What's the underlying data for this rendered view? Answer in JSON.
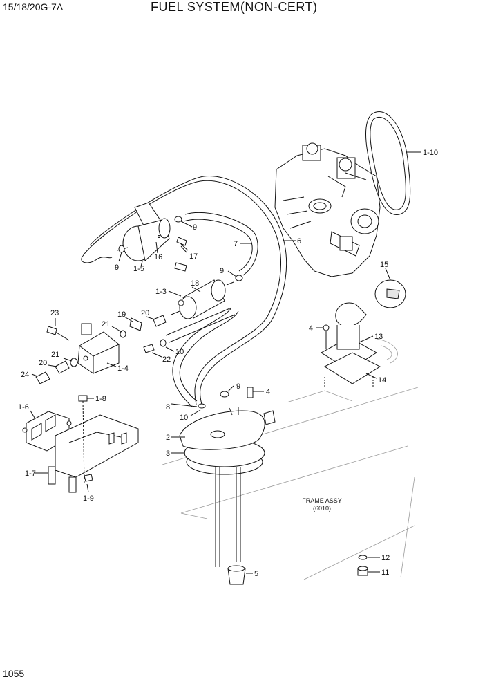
{
  "header": {
    "model": "15/18/20G-7A",
    "title": "FUEL SYSTEM(NON-CERT)"
  },
  "page_number": "1055",
  "frame_note": {
    "line1": "FRAME ASSY",
    "line2": "(6010)"
  },
  "callouts": {
    "p1_10": "1-10",
    "p6": "6",
    "p7": "7",
    "p9a": "9",
    "p9b": "9",
    "p9c": "9",
    "p9d": "9",
    "p16": "16",
    "p1_5": "1-5",
    "p17": "17",
    "p1_3": "1-3",
    "p18": "18",
    "p15": "15",
    "p4a": "4",
    "p13": "13",
    "p14": "14",
    "p23": "23",
    "p19": "19",
    "p20a": "20",
    "p21a": "21",
    "p21b": "21",
    "p22": "22",
    "p10a": "10",
    "p10b": "10",
    "p1_4": "1-4",
    "p20b": "20",
    "p24": "24",
    "p1_6": "1-6",
    "p1_8": "1-8",
    "p8": "8",
    "p4b": "4",
    "p2": "2",
    "p3": "3",
    "p1_7": "1-7",
    "p1_9": "1-9",
    "p12": "12",
    "p11": "11",
    "p5": "5"
  }
}
